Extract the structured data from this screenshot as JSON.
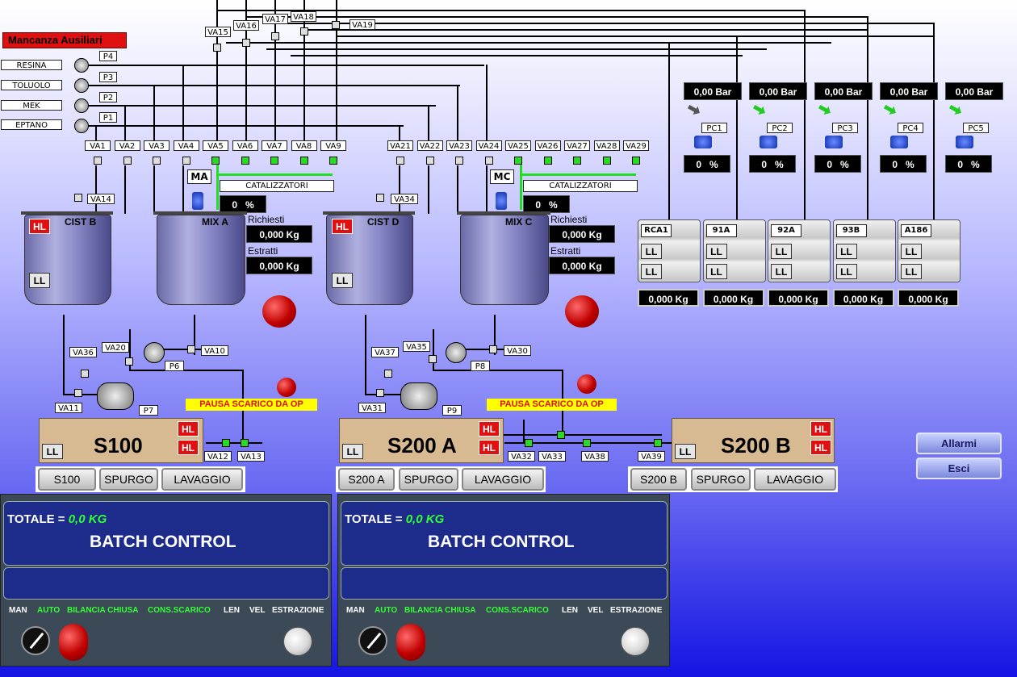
{
  "alarm": "Mancanza Ausiliari",
  "materials": [
    {
      "name": "RESINA",
      "pump": "P4"
    },
    {
      "name": "TOLUOLO",
      "pump": "P3"
    },
    {
      "name": "MEK",
      "pump": "P2"
    },
    {
      "name": "EPTANO",
      "pump": "P1"
    }
  ],
  "top_valves": [
    "VA15",
    "VA16",
    "VA17",
    "VA18",
    "VA19"
  ],
  "valve_row_a": [
    "VA1",
    "VA2",
    "VA3",
    "VA4",
    "VA5",
    "VA6",
    "VA7",
    "VA8",
    "VA9"
  ],
  "valve_row_b": [
    "VA21",
    "VA22",
    "VA23",
    "VA24",
    "VA25",
    "VA26",
    "VA27",
    "VA28",
    "VA29"
  ],
  "catalysts_label": "CATALIZZATORI",
  "line_a": {
    "mix_tag": "MA",
    "cat_pct": "0",
    "pct_unit": "%",
    "cist": "CIST B",
    "mix": "MIX A",
    "cist_valve": "VA14",
    "richiesti_label": "Richiesti",
    "richiesti": "0,000 Kg",
    "estratti_label": "Estratti",
    "estratti": "0,000 Kg",
    "valves": {
      "v36": "VA36",
      "v20": "VA20",
      "v10": "VA10",
      "p6": "P6",
      "v11": "VA11",
      "p7": "P7",
      "v12": "VA12",
      "v13": "VA13"
    },
    "pause": "PAUSA SCARICO DA OP"
  },
  "line_b": {
    "mix_tag": "MC",
    "cat_pct": "0",
    "pct_unit": "%",
    "cist": "CIST D",
    "mix": "MIX C",
    "cist_valve": "VA34",
    "richiesti_label": "Richiesti",
    "richiesti": "0,000 Kg",
    "estratti_label": "Estratti",
    "estratti": "0,000 Kg",
    "valves": {
      "v37": "VA37",
      "v35": "VA35",
      "v30": "VA30",
      "p8": "P8",
      "v31": "VA31",
      "p9": "P9",
      "v32": "VA32",
      "v33": "VA33",
      "v38": "VA38",
      "v39": "VA39"
    },
    "pause": "PAUSA SCARICO DA OP"
  },
  "tank_levels": {
    "hl": "HL",
    "ll": "LL"
  },
  "pressure_units": [
    {
      "pressure": "0,00 Bar",
      "pc": "PC1",
      "pct": "0",
      "unit": "%",
      "silo": "RCA1",
      "weight": "0,000 Kg"
    },
    {
      "pressure": "0,00 Bar",
      "pc": "PC2",
      "pct": "0",
      "unit": "%",
      "silo": "91A",
      "weight": "0,000 Kg"
    },
    {
      "pressure": "0,00 Bar",
      "pc": "PC3",
      "pct": "0",
      "unit": "%",
      "silo": "92A",
      "weight": "0,000 Kg"
    },
    {
      "pressure": "0,00 Bar",
      "pc": "PC4",
      "pct": "0",
      "unit": "%",
      "silo": "93B",
      "weight": "0,000 Kg"
    },
    {
      "pressure": "0,00 Bar",
      "pc": "PC5",
      "pct": "0",
      "unit": "%",
      "silo": "A186",
      "weight": "0,000 Kg"
    }
  ],
  "hoppers": [
    {
      "title": "S100",
      "buttons": [
        "S100",
        "SPURGO",
        "LAVAGGIO"
      ]
    },
    {
      "title": "S200 A",
      "buttons": [
        "S200 A",
        "SPURGO",
        "LAVAGGIO"
      ]
    },
    {
      "title": "S200 B",
      "buttons": [
        "S200 B",
        "SPURGO",
        "LAVAGGIO"
      ]
    }
  ],
  "batch_panels": [
    {
      "totale_label": "TOTALE =",
      "totale_value": "0,0 KG",
      "title": "BATCH CONTROL",
      "status": [
        "MAN",
        "AUTO",
        "BILANCIA CHIUSA",
        "CONS.SCARICO",
        "LEN",
        "VEL",
        "ESTRAZIONE"
      ]
    },
    {
      "totale_label": "TOTALE =",
      "totale_value": "0,0 KG",
      "title": "BATCH CONTROL",
      "status": [
        "MAN",
        "AUTO",
        "BILANCIA CHIUSA",
        "CONS.SCARICO",
        "LEN",
        "VEL",
        "ESTRAZIONE"
      ]
    }
  ],
  "side_buttons": {
    "alarms": "Allarmi",
    "exit": "Esci"
  },
  "colors": {
    "alarm": "#e01010",
    "active": "#33ff33",
    "status_white": "#ffffff",
    "panel": "#3c4a58"
  }
}
